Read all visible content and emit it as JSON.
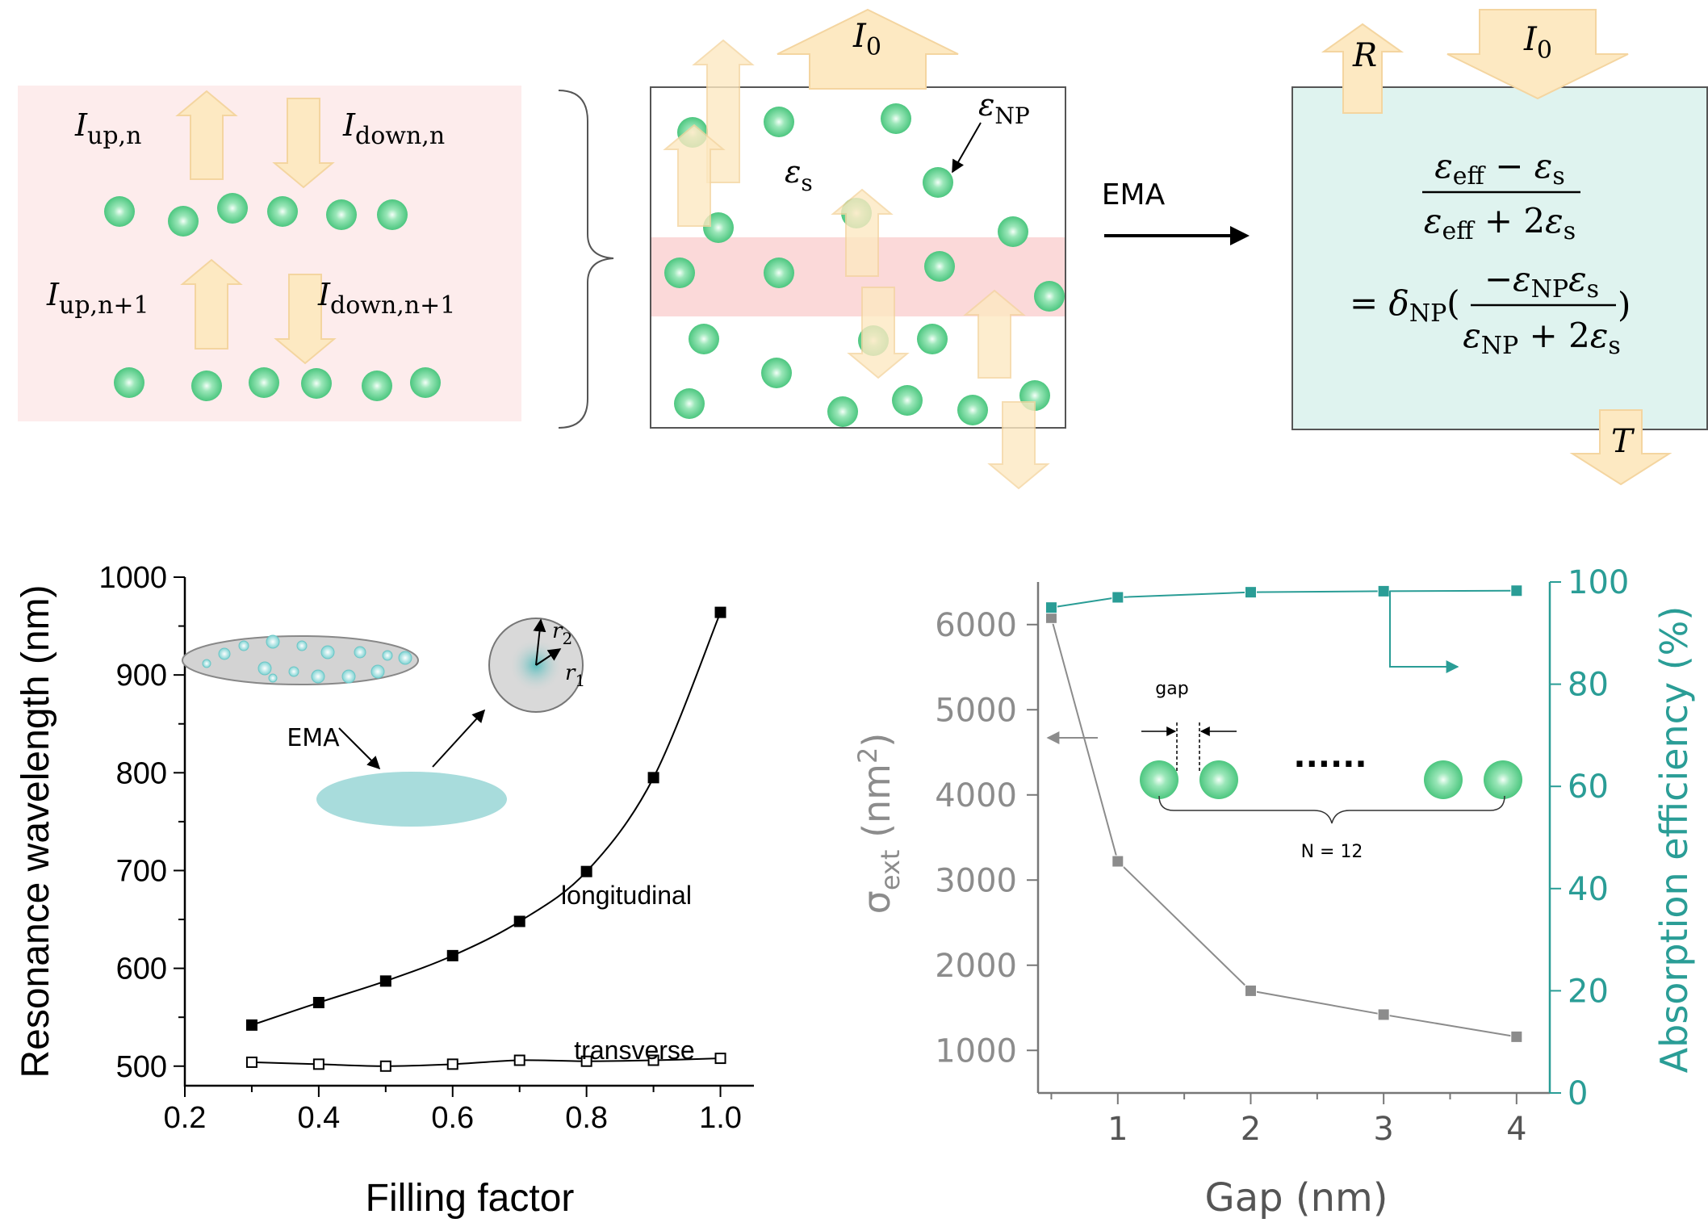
{
  "diagram": {
    "layer_panel": {
      "I_up_n": {
        "main": "I",
        "sub": "up,n"
      },
      "I_down_n": {
        "main": "I",
        "sub": "down,n"
      },
      "I_up_n1": {
        "main": "I",
        "sub": "up,n+1"
      },
      "I_down_n1": {
        "main": "I",
        "sub": "down,n+1"
      }
    },
    "slab": {
      "I0": {
        "main": "I",
        "sub": "0"
      },
      "eps_np": {
        "main": "ε",
        "sub": "NP"
      },
      "eps_s": {
        "main": "ε",
        "sub": "s"
      }
    },
    "ema_label": "EMA",
    "effective": {
      "R": "R",
      "I0": {
        "main": "I",
        "sub": "0"
      },
      "T": "T",
      "eq_line1_num": {
        "a": "ε",
        "a_sub": "eff",
        "op": " − ",
        "b": "ε",
        "b_sub": "s"
      },
      "eq_line1_den": {
        "a": "ε",
        "a_sub": "eff",
        "op": " + 2",
        "b": "ε",
        "b_sub": "s"
      },
      "eq_line2_prefix": "= δ",
      "eq_line2_prefix_sub": "NP",
      "eq_line2_num": {
        "a": "−ε",
        "a_sub": "NP",
        "b": "ε",
        "b_sub": "s"
      },
      "eq_line2_den": {
        "a": "ε",
        "a_sub": "NP",
        "op": " + 2",
        "b": "ε",
        "b_sub": "s"
      }
    },
    "colors": {
      "pink_panel": "#fdecec",
      "pink_band": "#fbd9d9",
      "teal_box": "#dff3ef",
      "arrow_fill": "#fde9c2",
      "arrow_stroke": "#f4d5a0",
      "sphere": "#5fd08e"
    }
  },
  "chart_data": [
    {
      "type": "line",
      "xlabel": "Filling factor",
      "ylabel": "Resonance wavelength (nm)",
      "xlim": [
        0.2,
        1.05
      ],
      "ylim": [
        480,
        1000
      ],
      "xticks": [
        "0.2",
        "0.4",
        "0.6",
        "0.8",
        "1.0"
      ],
      "yticks": [
        "500",
        "600",
        "700",
        "800",
        "900",
        "1000"
      ],
      "series": [
        {
          "name": "longitudinal",
          "marker": "filled-square",
          "x": [
            0.3,
            0.4,
            0.5,
            0.6,
            0.7,
            0.8,
            0.9,
            1.0
          ],
          "y": [
            542,
            565,
            587,
            613,
            648,
            699,
            795,
            964
          ]
        },
        {
          "name": "transverse",
          "marker": "open-square",
          "x": [
            0.3,
            0.4,
            0.5,
            0.6,
            0.7,
            0.8,
            0.9,
            1.0
          ],
          "y": [
            504,
            502,
            500,
            502,
            506,
            505,
            506,
            508
          ]
        }
      ],
      "inset": {
        "ema": "EMA",
        "r1": {
          "main": "r",
          "sub": "1"
        },
        "r2": {
          "main": "r",
          "sub": "2"
        }
      }
    },
    {
      "type": "line",
      "xlabel": "Gap (nm)",
      "ylabel_left": {
        "main": "σ",
        "sub": "ext",
        "unit": " (nm",
        "sup": "2",
        "close": ")"
      },
      "ylabel_right": "Absorption efficiency (%)",
      "xlim": [
        0.4,
        4.25
      ],
      "ylim_left": [
        500,
        6500
      ],
      "ylim_right": [
        0,
        100
      ],
      "xticks": [
        "1",
        "2",
        "3",
        "4"
      ],
      "yticks_left": [
        "1000",
        "2000",
        "3000",
        "4000",
        "5000",
        "6000"
      ],
      "yticks_right": [
        "0",
        "20",
        "40",
        "60",
        "80",
        "100"
      ],
      "colors": {
        "left": "#8c8c8c",
        "right": "#2a9d96"
      },
      "series": [
        {
          "axis": "left",
          "x": [
            0.5,
            1,
            2,
            3,
            4
          ],
          "y": [
            6080,
            3220,
            1700,
            1420,
            1160
          ]
        },
        {
          "axis": "right",
          "x": [
            0.5,
            1,
            2,
            3,
            4
          ],
          "y": [
            95,
            97,
            98,
            98.2,
            98.3
          ]
        }
      ],
      "inset": {
        "gap": "gap",
        "dots": "......",
        "n_label": "N = 12"
      }
    }
  ]
}
